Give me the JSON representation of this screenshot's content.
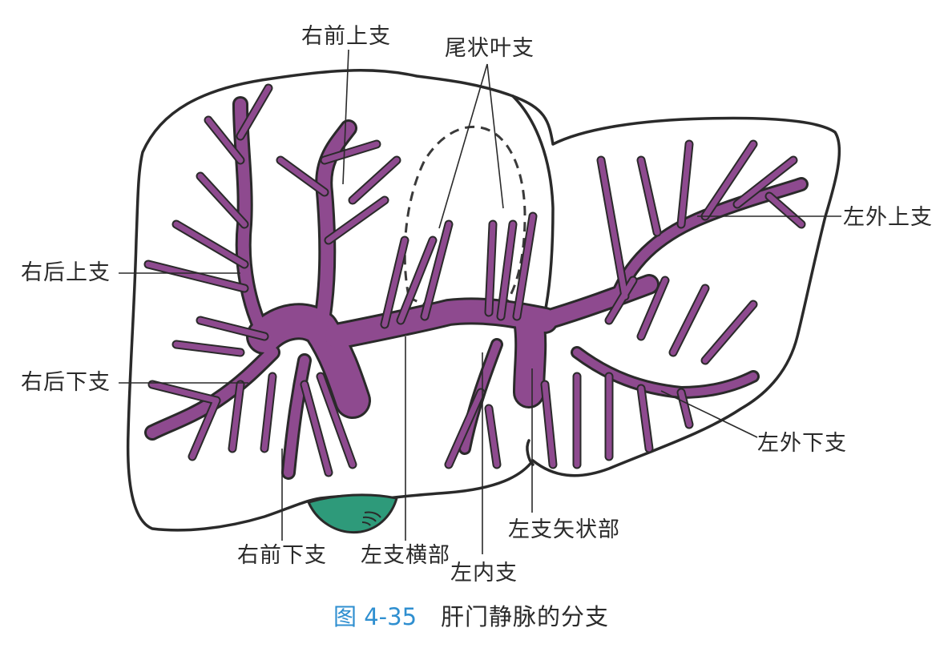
{
  "figure": {
    "caption_number": "图 4-35",
    "caption_title": "肝门静脉的分支",
    "caption_number_color": "#2f8fd0"
  },
  "colors": {
    "vessel_fill": "#8e4a8f",
    "vessel_outline": "#2a2a2a",
    "vessel_highlight": "#9fb8d8",
    "vessel_tip": "#d0308a",
    "liver_outline": "#2a2a2a",
    "gallbladder_fill": "#2e9a7a",
    "background": "#ffffff"
  },
  "labels": {
    "right_anterior_superior": "右前上支",
    "caudate_lobe_branch": "尾状叶支",
    "right_posterior_superior": "右后上支",
    "right_posterior_inferior": "右后下支",
    "left_lateral_superior": "左外上支",
    "left_lateral_inferior": "左外下支",
    "right_anterior_inferior": "右前下支",
    "left_transverse_part": "左支横部",
    "left_medial": "左内支",
    "left_umbilical_part": "左支矢状部"
  },
  "structures": {
    "liver": "liver-outline",
    "portal_vein": "portal-vein-tree",
    "caudate_lobe": "caudate-lobe-dashed-outline",
    "gallbladder": "gallbladder"
  }
}
